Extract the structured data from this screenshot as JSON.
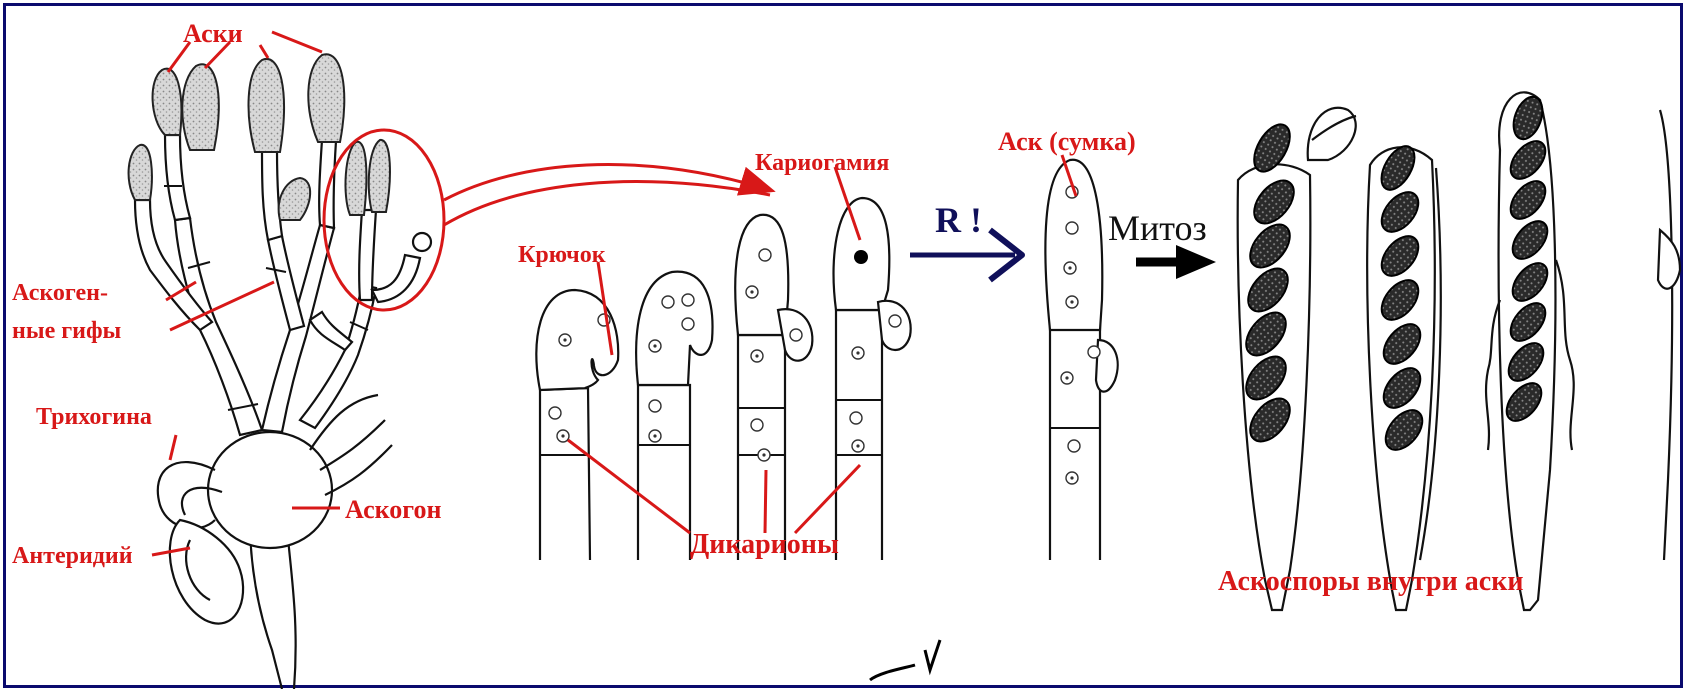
{
  "labels": {
    "asci": "Аски",
    "ascogenous_hyphae_1": "Аскоген-",
    "ascogenous_hyphae_2": "ные  гифы",
    "trichogyne": "Трихогина",
    "antheridium": "Антеридий",
    "ascogon": "Аскогон",
    "hook": "Крючок",
    "karyogamy": "Кариогамия",
    "dikaryons": "Дикарионы",
    "meiosis": "R !",
    "ascus": "Аск (сумка)",
    "mitosis": "Митоз",
    "ascospores": "Аскоспоры внутри аски"
  },
  "colors": {
    "label_red": "#d81818",
    "arrow_navy": "#10105a",
    "frame": "#0a0a6e"
  }
}
